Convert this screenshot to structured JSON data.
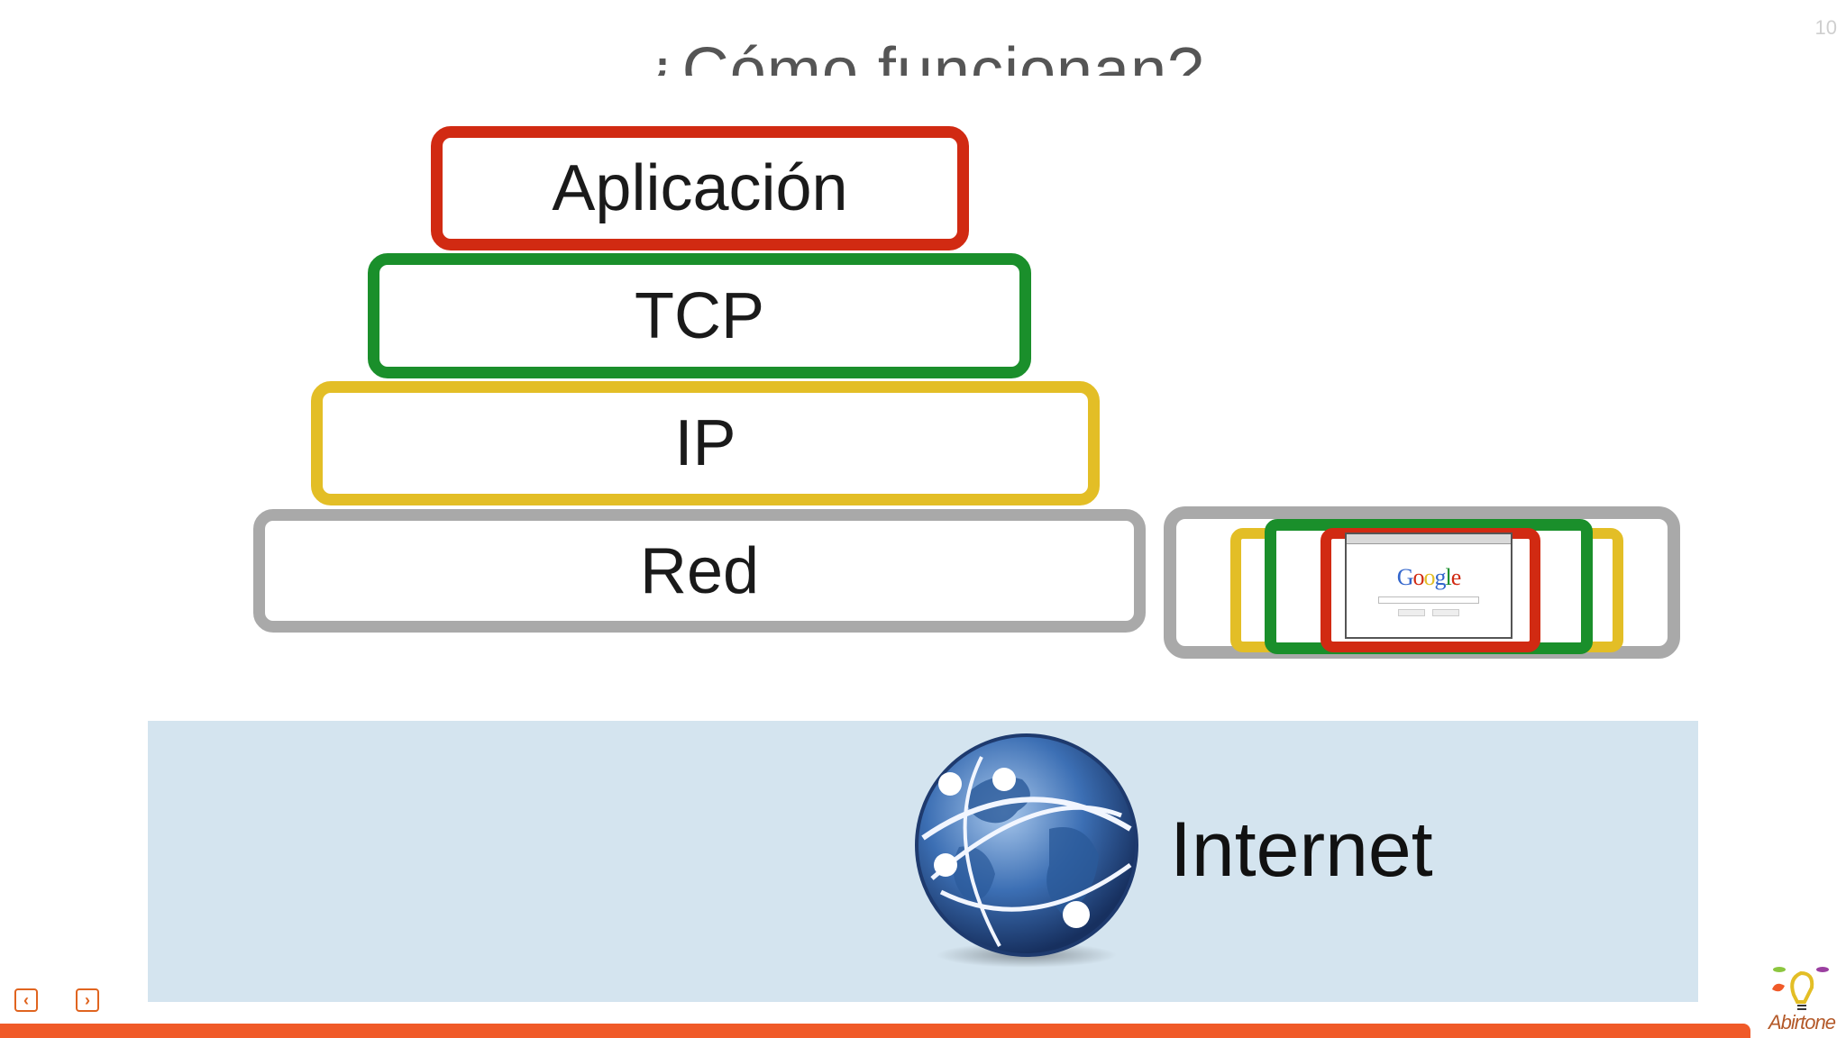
{
  "slide": {
    "title": "¿Cómo funcionan?",
    "page_number": "10"
  },
  "layers": {
    "application": "Aplicación",
    "tcp": "TCP",
    "ip": "IP",
    "network": "Red"
  },
  "packet": {
    "browser_logo_text": "Google"
  },
  "internet": {
    "label": "Internet"
  },
  "navigation": {
    "prev_symbol": "‹",
    "next_symbol": "›"
  },
  "branding": {
    "logo_text": "Abirtone"
  },
  "colors": {
    "application": "#d12a12",
    "tcp": "#1a8f2b",
    "ip": "#e3be26",
    "network": "#a9a9a9",
    "internet_panel": "#d4e4ef",
    "footer_bar": "#f05a28"
  }
}
